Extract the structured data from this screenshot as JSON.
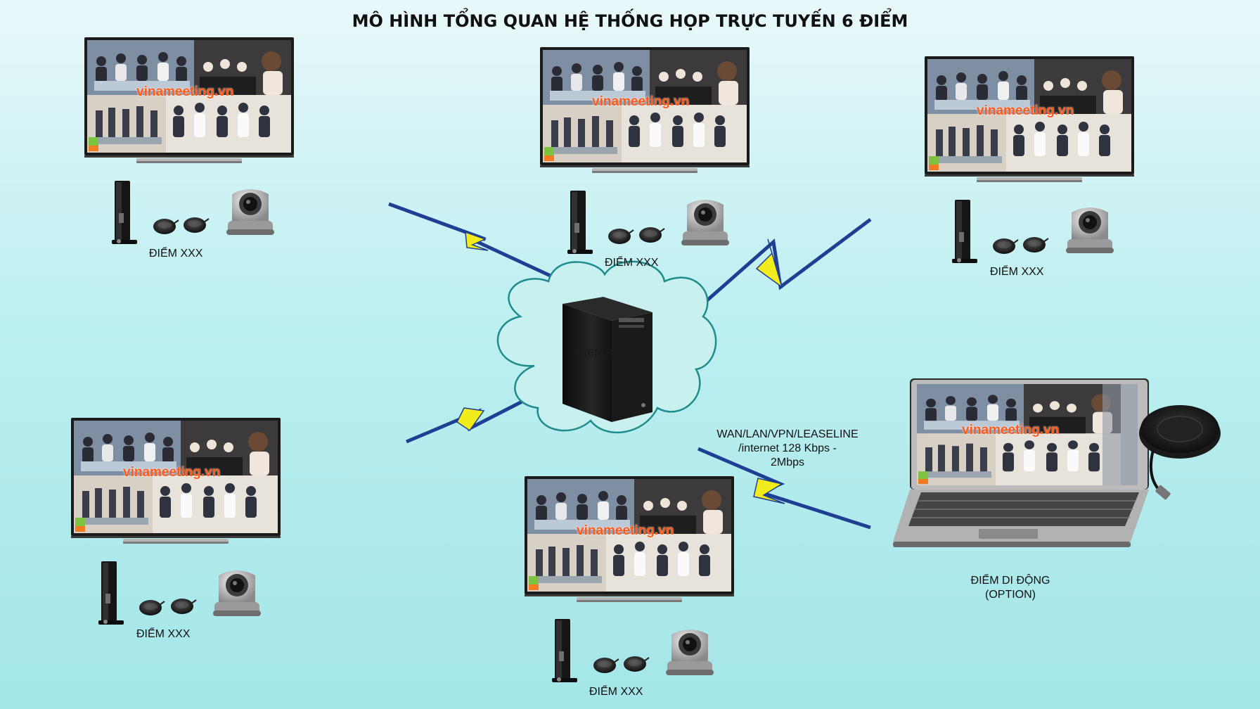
{
  "title": "MÔ HÌNH TỔNG QUAN HỆ THỐNG HỌP TRỰC TUYẾN 6 ĐIỂM",
  "watermark": "vinameeting.vn",
  "cloud": {
    "label": "Internet"
  },
  "connection": {
    "label_lines": [
      "WAN/LAN/VPN/LEASELINE",
      "/internet 128 Kbps -",
      "2Mbps"
    ]
  },
  "sites": [
    {
      "label": "ĐIỂM XXX"
    },
    {
      "label": "ĐIỂM XXX"
    },
    {
      "label": "ĐIỂM XXX"
    },
    {
      "label": "ĐIỂM XXX"
    },
    {
      "label": "ĐIỂM XXX"
    }
  ],
  "mobile": {
    "label_lines": [
      "ĐIỂM DI ĐỘNG",
      "(OPTION)"
    ]
  },
  "colors": {
    "link_blue": "#1f3f92",
    "link_yellow": "#f3ec1c",
    "cloud_stroke": "#1e8c8c",
    "watermark": "#ff5a1a"
  }
}
